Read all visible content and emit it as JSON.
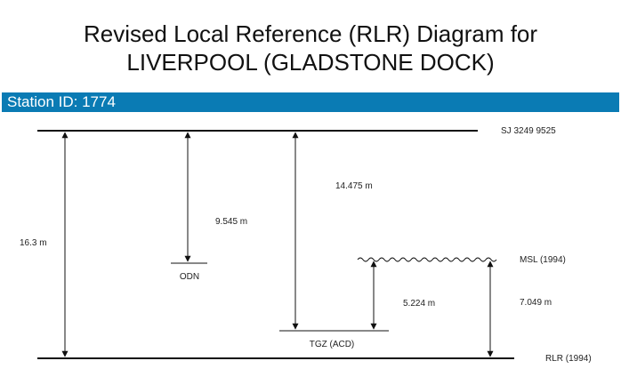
{
  "title_line1": "Revised Local Reference (RLR) Diagram for",
  "title_line2": "LIVERPOOL (GLADSTONE DOCK)",
  "station_label": "Station ID: 1774",
  "colors": {
    "banner": "#0a7bb4",
    "banner_text": "#ffffff",
    "lines": "#111111"
  },
  "levels": {
    "top_ref": "SJ 3249 9525",
    "msl": "MSL (1994)",
    "odn": "ODN",
    "tgz": "TGZ (ACD)",
    "rlr": "RLR (1994)"
  },
  "measurements": {
    "total": "16.3 m",
    "odn_depth": "9.545 m",
    "tgz_depth": "14.475 m",
    "msl_above_tgz": "5.224 m",
    "msl_above_rlr": "7.049 m"
  }
}
